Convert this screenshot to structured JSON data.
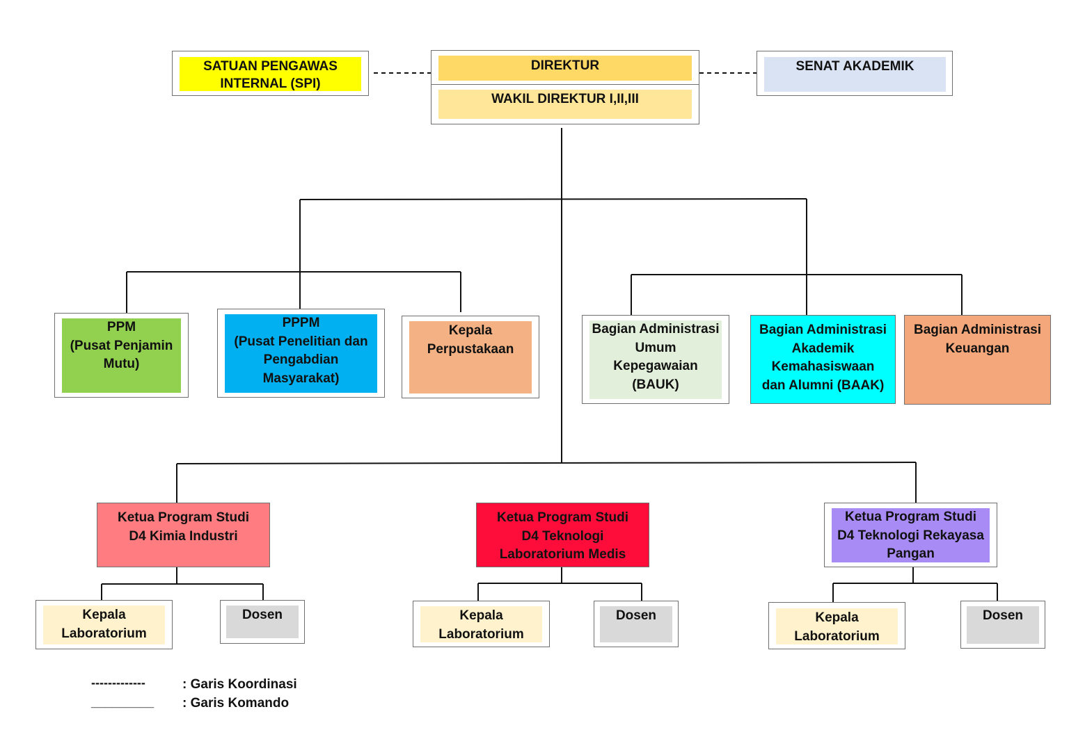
{
  "top": {
    "spi": {
      "lines": [
        "SATUAN PENGAWAS",
        "INTERNAL  (SPI)"
      ],
      "color": "#FFFF00"
    },
    "direktur": {
      "label": "DIREKTUR",
      "color": "#FFD966"
    },
    "wakil": {
      "label": "WAKIL DIREKTUR I,II,III",
      "color": "#FFE699"
    },
    "senat": {
      "label": "SENAT AKADEMIK",
      "color": "#DAE3F3"
    }
  },
  "units_left": [
    {
      "lines": [
        "PPM",
        "(Pusat Penjamin",
        "Mutu)"
      ],
      "color": "#92D050"
    },
    {
      "lines": [
        "PPPM",
        "(Pusat Penelitian dan",
        "Pengabdian",
        "Masyarakat)"
      ],
      "color": "#00B0F0"
    },
    {
      "lines": [
        "Kepala",
        "Perpustakaan"
      ],
      "color": "#F4B183"
    }
  ],
  "units_right": [
    {
      "lines": [
        "Bagian Administrasi",
        "Umum",
        "Kepegawaian",
        "(BAUK)"
      ],
      "color": "#E2EFDA"
    },
    {
      "lines": [
        "Bagian Administrasi",
        "Akademik",
        "Kemahasiswaan",
        "dan Alumni (BAAK)"
      ],
      "color": "#00FFFF"
    },
    {
      "lines": [
        "Bagian Administrasi",
        "Keuangan"
      ],
      "color": "#F4A77A"
    }
  ],
  "prodi": [
    {
      "lines": [
        "Ketua Program Studi",
        "D4 Kimia Industri"
      ],
      "color": "#FF7C80"
    },
    {
      "lines": [
        "Ketua Program Studi",
        "D4 Teknologi",
        "Laboratorium Medis"
      ],
      "color": "#FF0D3A"
    },
    {
      "lines": [
        "Ketua Program Studi",
        "D4 Teknologi Rekayasa",
        "Pangan"
      ],
      "color": "#A98BF5"
    }
  ],
  "sub": {
    "kepala": {
      "lines": [
        "Kepala",
        "Laboratorium"
      ],
      "color": "#FFF2CC"
    },
    "dosen": {
      "label": "Dosen",
      "color": "#D9D9D9"
    }
  },
  "legend": {
    "dashed_symbol": "-------------",
    "dashed_label": ": Garis Koordinasi",
    "solid_symbol": "_________",
    "solid_label": ": Garis Komando"
  }
}
